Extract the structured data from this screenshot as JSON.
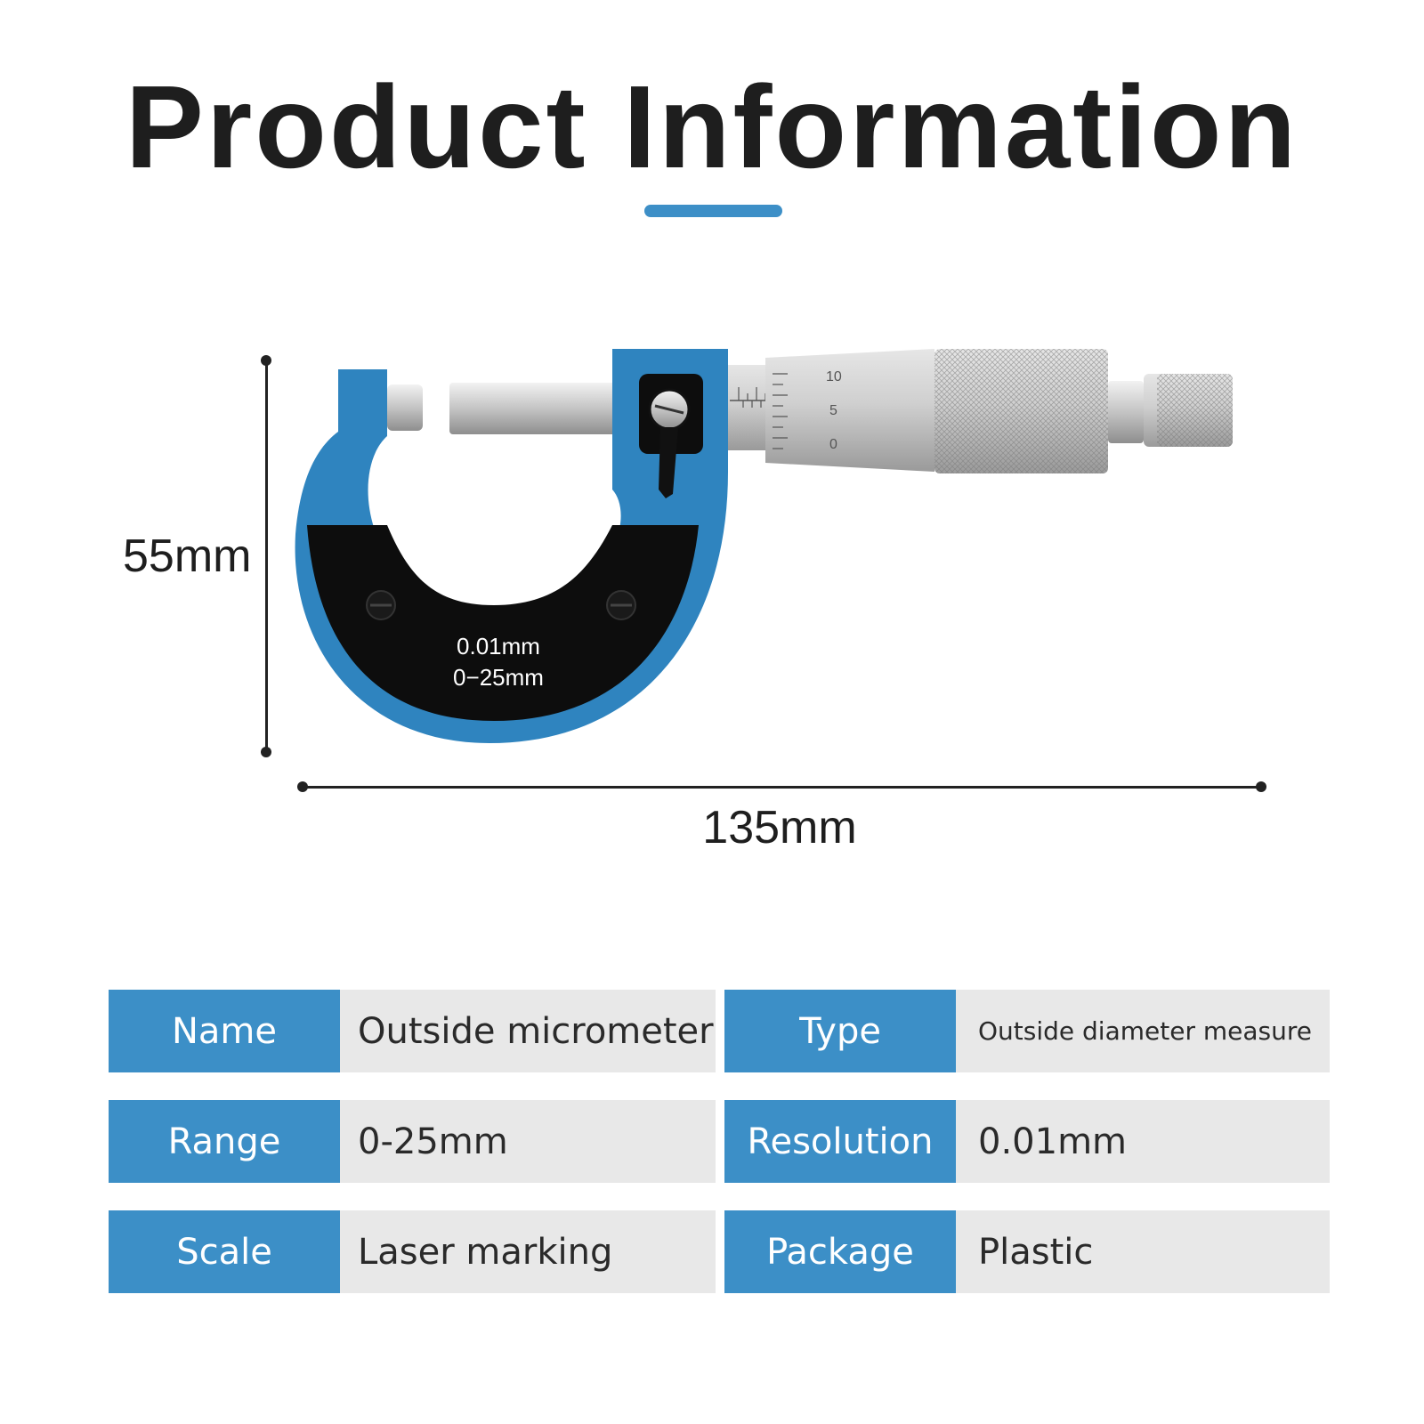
{
  "header": {
    "title": "Product Information"
  },
  "dimensions": {
    "height_label": "55mm",
    "width_label": "135mm"
  },
  "product_image": {
    "frame_text_line1": "0.01mm",
    "frame_text_line2": "0−25mm",
    "thimble_numbers": [
      "10",
      "5",
      "0"
    ],
    "colors": {
      "frame": "#2f84bf",
      "plate": "#0d0d0d",
      "metal": "#c9c9c9"
    }
  },
  "specs": [
    {
      "label": "Name",
      "value": "Outside micrometer"
    },
    {
      "label": "Type",
      "value": "Outside diameter measure"
    },
    {
      "label": "Range",
      "value": "0-25mm"
    },
    {
      "label": "Resolution",
      "value": "0.01mm"
    },
    {
      "label": "Scale",
      "value": "Laser marking"
    },
    {
      "label": "Package",
      "value": "Plastic"
    }
  ],
  "colors": {
    "accent": "#3c8fc7",
    "row_background": "#e8e8e8"
  }
}
